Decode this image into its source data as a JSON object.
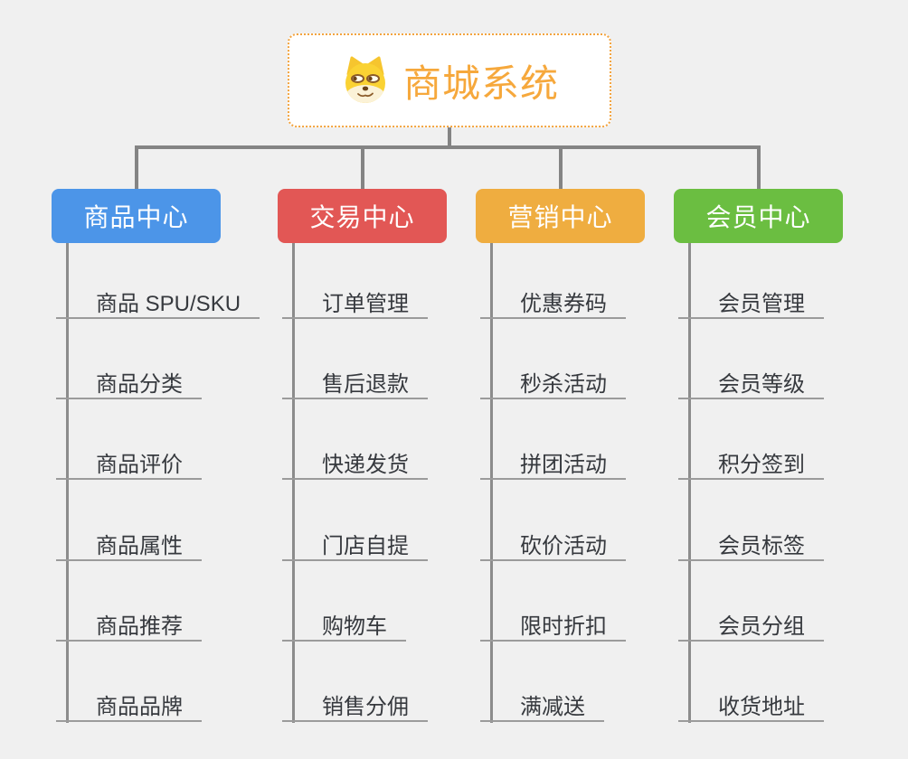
{
  "root": {
    "title": "商城系统",
    "icon": "dog-face-icon",
    "accent_color": "#F6A83C"
  },
  "branches": [
    {
      "label": "商品中心",
      "color": "#4C95E8",
      "children": [
        "商品 SPU/SKU",
        "商品分类",
        "商品评价",
        "商品属性",
        "商品推荐",
        "商品品牌"
      ]
    },
    {
      "label": "交易中心",
      "color": "#E25755",
      "children": [
        "订单管理",
        "售后退款",
        "快递发货",
        "门店自提",
        "购物车",
        "销售分佣"
      ]
    },
    {
      "label": "营销中心",
      "color": "#EFAD40",
      "children": [
        "优惠券码",
        "秒杀活动",
        "拼团活动",
        "砍价活动",
        "限时折扣",
        "满减送"
      ]
    },
    {
      "label": "会员中心",
      "color": "#6BBE41",
      "children": [
        "会员管理",
        "会员等级",
        "积分签到",
        "会员标签",
        "会员分组",
        "收货地址"
      ]
    }
  ]
}
